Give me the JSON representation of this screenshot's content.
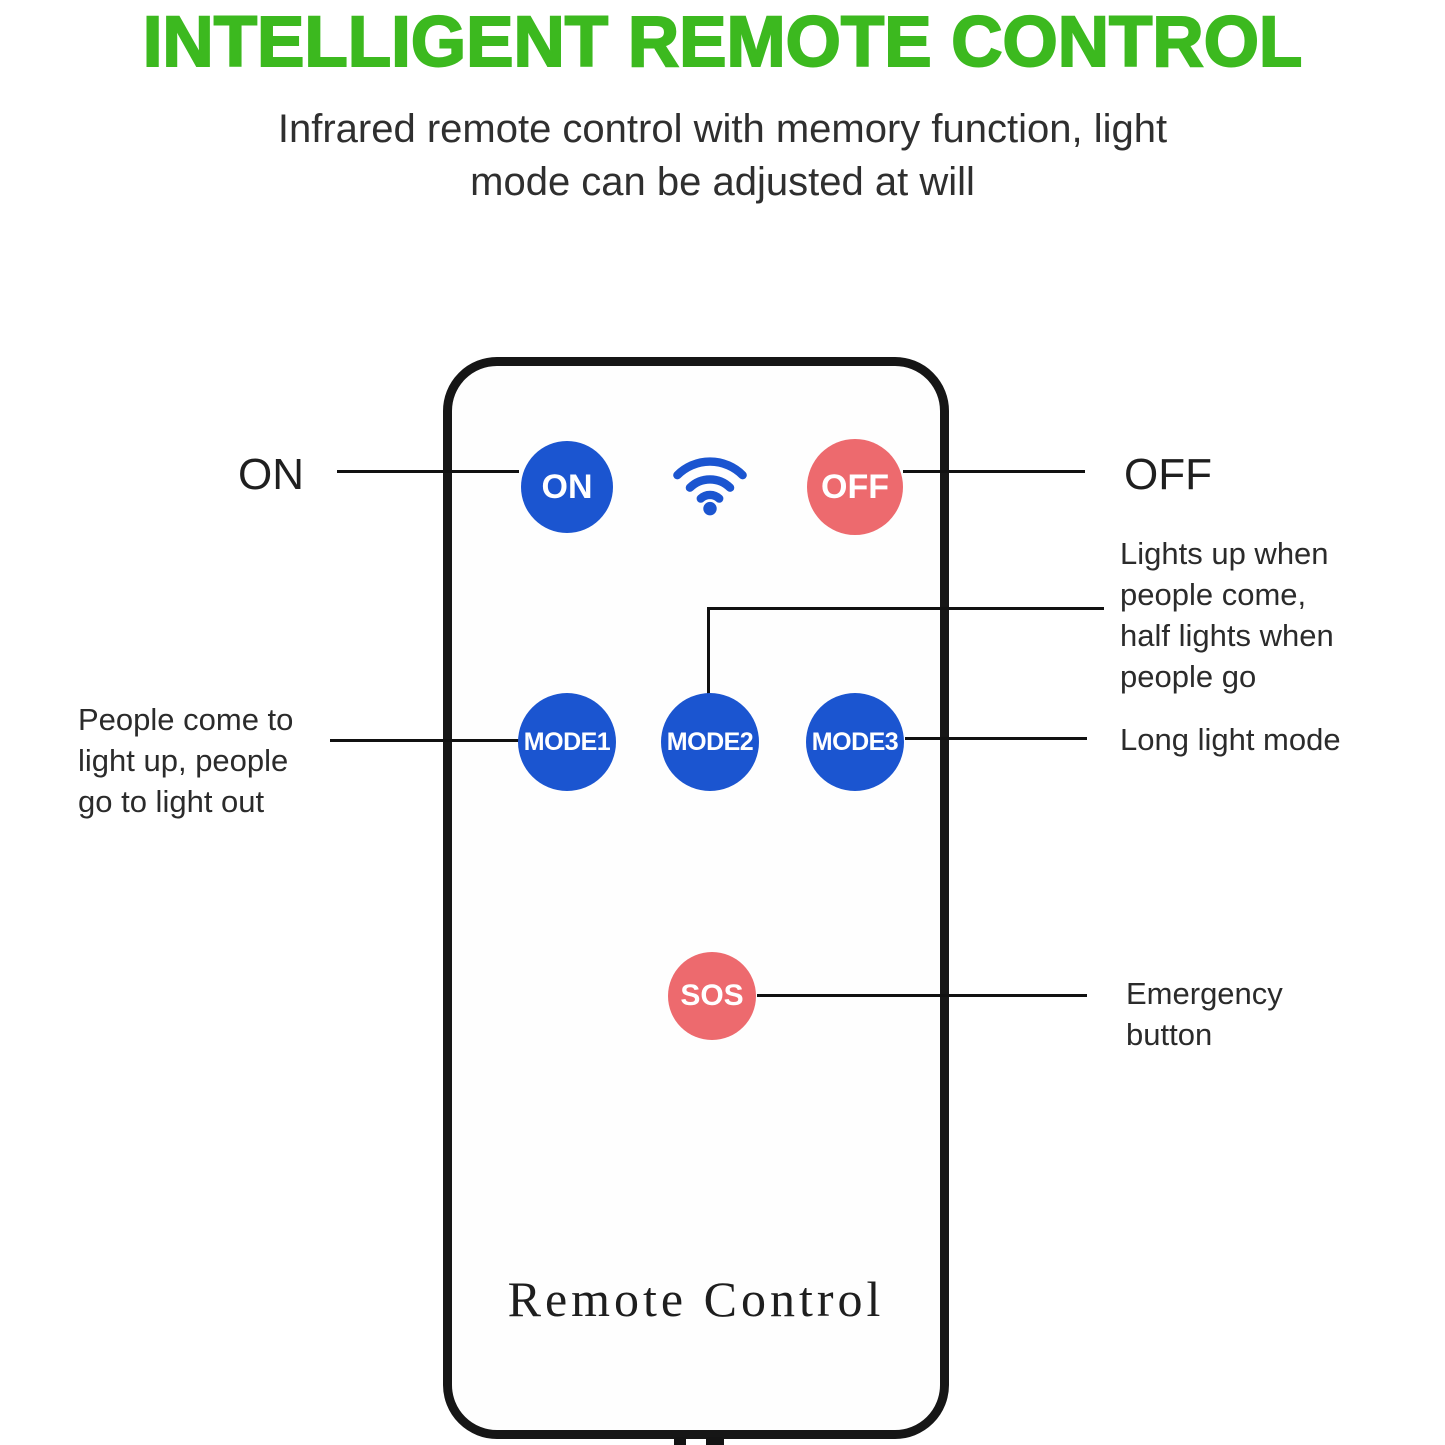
{
  "header": {
    "title": "INTELLIGENT REMOTE CONTROL",
    "subtitle": "Infrared remote control with memory function, light\nmode can be adjusted at will"
  },
  "remote": {
    "on": "ON",
    "off": "OFF",
    "mode1": "MODE1",
    "mode2": "MODE2",
    "mode3": "MODE3",
    "sos": "SOS",
    "label": "Remote Control"
  },
  "callouts": {
    "on": "ON",
    "off": "OFF",
    "mode2": "Lights up when\npeople come,\nhalf lights when\npeople go",
    "mode1": "People come to\nlight up, people\ngo to light out",
    "mode3": "Long light mode",
    "sos": "Emergency\nbutton"
  },
  "colors": {
    "title_green": "#3cb91f",
    "button_blue": "#1b55d0",
    "button_pink": "#ed6a6e",
    "wifi_blue": "#1b55d0",
    "line_black": "#111111"
  }
}
